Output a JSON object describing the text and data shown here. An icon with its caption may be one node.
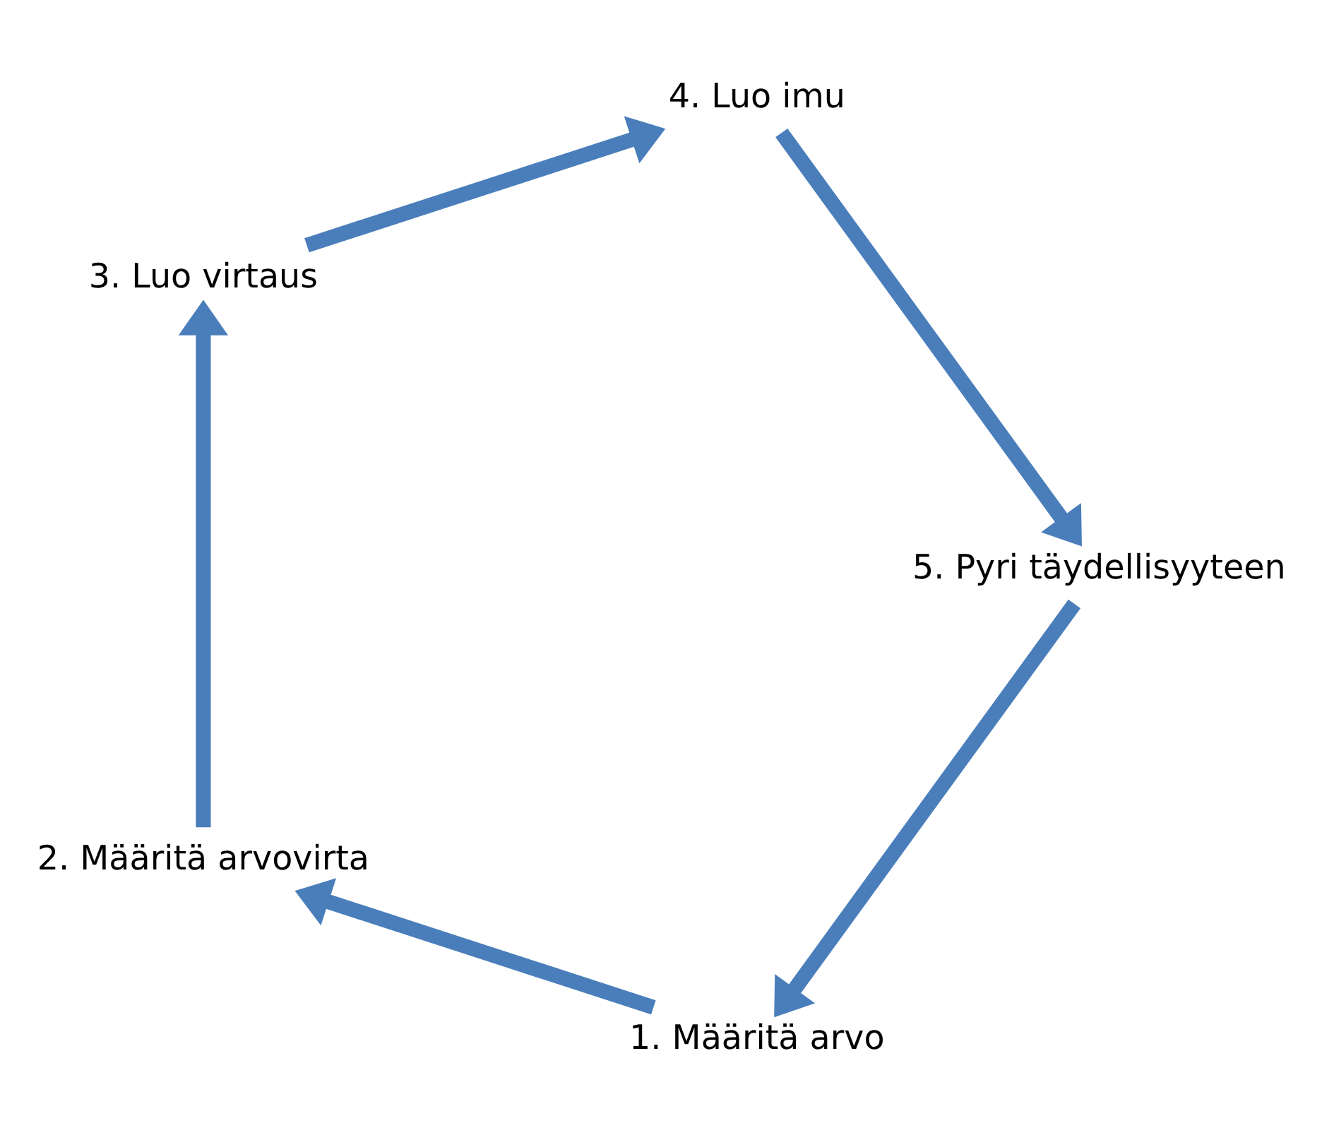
{
  "diagram": {
    "nodes": [
      {
        "text": [
          "1. Määritä arvo"
        ]
      },
      {
        "text": [
          "2. Määritä arvovirta"
        ]
      },
      {
        "text": [
          "3. Luo virtaus"
        ]
      },
      {
        "text": [
          "4. Luo imu"
        ]
      },
      {
        "text": [
          "5. Pyri täydellisyyteen"
        ]
      }
    ],
    "edges": [
      {
        "from": 0,
        "to": 1,
        "arrow": "to"
      },
      {
        "from": 1,
        "to": 2,
        "arrow": "to"
      },
      {
        "from": 2,
        "to": 3,
        "arrow": "to"
      },
      {
        "from": 3,
        "to": 4,
        "arrow": "to"
      },
      {
        "from": 4,
        "to": 0,
        "arrow": "to"
      }
    ]
  }
}
